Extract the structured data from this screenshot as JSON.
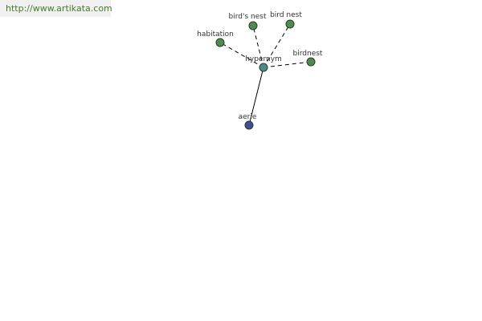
{
  "banner": {
    "url_text": "http://www.artikata.com"
  },
  "colors": {
    "related_node": "#4f8a4f",
    "hub_node": "#4f8a86",
    "main_node": "#3f4f96",
    "node_outline": "#2a3a2a",
    "edge": "#000000"
  },
  "graph": {
    "hub": {
      "id": "hypernym",
      "label": "hypernym"
    },
    "main": {
      "id": "aerie",
      "label": "aerie"
    },
    "related": [
      {
        "id": "habitation",
        "label": "habitation"
      },
      {
        "id": "birds-nest",
        "label": "bird's nest"
      },
      {
        "id": "bird-nest",
        "label": "bird nest"
      },
      {
        "id": "birdnest",
        "label": "birdnest"
      }
    ]
  }
}
